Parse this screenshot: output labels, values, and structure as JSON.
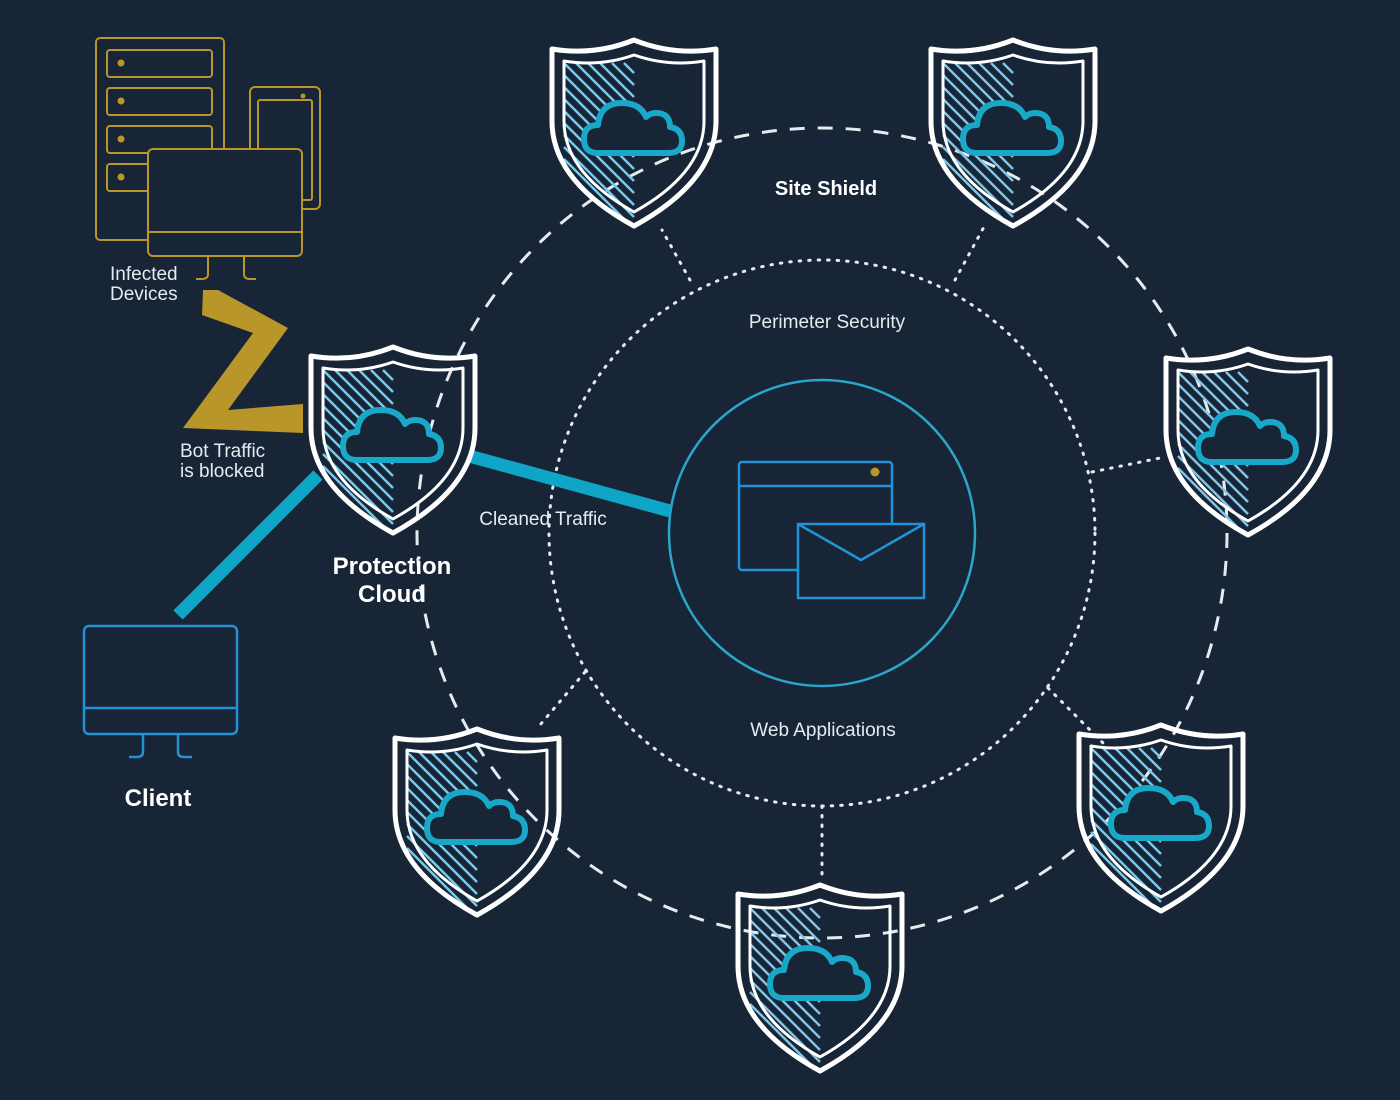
{
  "labels": {
    "site_shield": "Site Shield",
    "perimeter_security": "Perimeter Security",
    "web_applications": "Web Applications",
    "cleaned_traffic": "Cleaned Traffic",
    "infected_devices_line1": "Infected",
    "infected_devices_line2": "Devices",
    "bot_traffic_line1": "Bot Traffic",
    "bot_traffic_line2": "is blocked",
    "protection_cloud_line1": "Protection",
    "protection_cloud_line2": "Cloud",
    "client": "Client"
  },
  "colors": {
    "background": "#172536",
    "shield_outline": "#ffffff",
    "cloud": "#1aa8c9",
    "hatch": "#7cc8ea",
    "infected": "#b9962a",
    "client": "#1f93d6",
    "core_ring": "#2aa6c9",
    "cleaned_traffic_line": "#0ea5c6",
    "ring_line": "#e6ebf0"
  },
  "icons": {
    "shield": "shield-cloud-icon",
    "server": "server-rack-icon",
    "monitor": "monitor-icon",
    "tablet": "tablet-icon",
    "browser": "browser-window-icon",
    "mail": "envelope-icon",
    "lightning": "lightning-bolt-icon"
  }
}
